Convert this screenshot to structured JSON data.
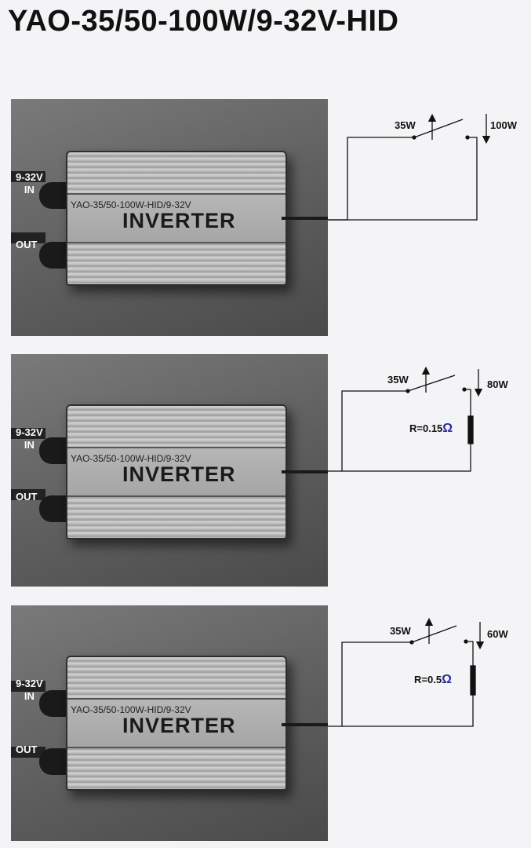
{
  "title": "YAO-35/50-100W/9-32V-HID",
  "panels": [
    {
      "in_label_1": "9-32V",
      "in_label_2": "IN",
      "out_label": "OUT",
      "model_text": "YAO-35/50-100W-HID/9-32V",
      "brand_text": "INVERTER",
      "switch_low": "35W",
      "switch_high": "100W",
      "resistor": ""
    },
    {
      "in_label_1": "9-32V",
      "in_label_2": "IN",
      "out_label": "OUT",
      "model_text": "YAO-35/50-100W-HID/9-32V",
      "brand_text": "INVERTER",
      "switch_low": "35W",
      "switch_high": "80W",
      "resistor": "R=0.15"
    },
    {
      "in_label_1": "9-32V",
      "in_label_2": "IN",
      "out_label": "OUT",
      "model_text": "YAO-35/50-100W-HID/9-32V",
      "brand_text": "INVERTER",
      "switch_low": "35W",
      "switch_high": "60W",
      "resistor": "R=0.5"
    }
  ],
  "ohm_symbol": "Ω"
}
